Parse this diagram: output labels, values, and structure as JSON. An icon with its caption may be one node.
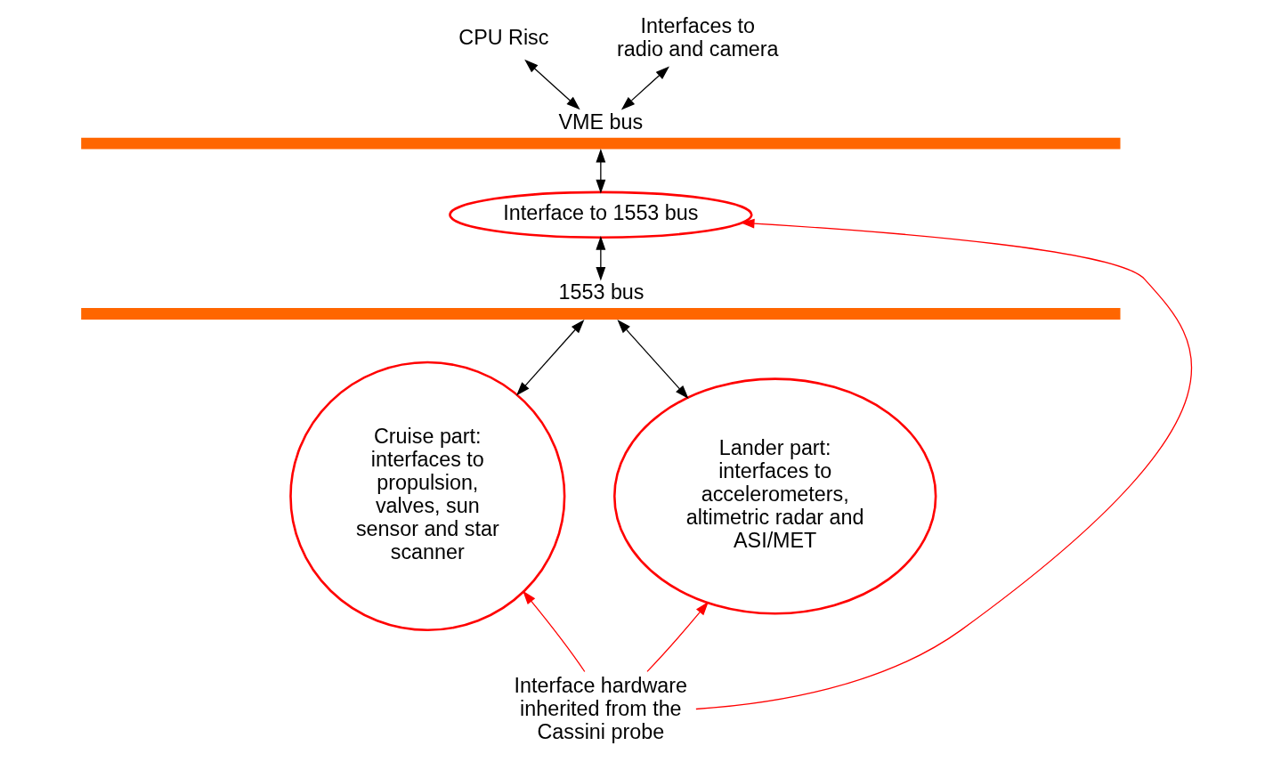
{
  "diagram": {
    "nodes": [
      {
        "text": [
          "CPU Risc"
        ]
      },
      {
        "text": [
          "Interfaces to radio and camera"
        ]
      },
      {
        "text": [
          "VME bus"
        ]
      },
      {
        "text": [
          "Interface to 1553 bus"
        ]
      },
      {
        "text": [
          "1553 bus"
        ]
      },
      {
        "text": [
          "Cruise part: interfaces to propulsion, valves, sun sensor and star scanner"
        ]
      },
      {
        "text": [
          "Lander part: interfaces to accelerometers, altimetric radar and ASI/MET"
        ]
      },
      {
        "text": [
          "Interface hardware inherited from the Cassini probe"
        ]
      }
    ],
    "edges": [
      {
        "from": 0,
        "to": 2,
        "arrow": "both"
      },
      {
        "from": 1,
        "to": 2,
        "arrow": "both"
      },
      {
        "from": 2,
        "to": 3,
        "arrow": "both"
      },
      {
        "from": 3,
        "to": 4,
        "arrow": "both"
      },
      {
        "from": 4,
        "to": 5,
        "arrow": "both"
      },
      {
        "from": 4,
        "to": 6,
        "arrow": "both"
      },
      {
        "from": 7,
        "to": 5,
        "arrow": "to",
        "color": "#ff0000"
      },
      {
        "from": 7,
        "to": 3,
        "arrow": "to",
        "color": "#ff0000"
      },
      {
        "from": 7,
        "to": 6,
        "arrow": "to",
        "color": "#ff0000"
      }
    ]
  }
}
